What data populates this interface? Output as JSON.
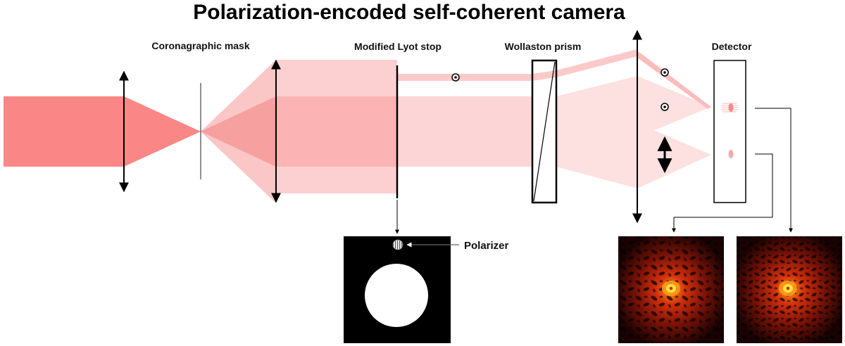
{
  "title": "Polarization-encoded self-coherent camera",
  "labels": {
    "coronagraphic_mask": "Coronagraphic mask",
    "modified_lyot_stop": "Modified Lyot stop",
    "wollaston_prism": "Wollaston prism",
    "detector": "Detector",
    "polarizer": "Polarizer"
  },
  "icons": {
    "out_of_plane_polarization": "circled-dot-icon",
    "in_plane_polarization": "double-arrow-icon",
    "lens": "double-arrow-lens-icon"
  },
  "colors": {
    "beam_main": "#fa8686",
    "beam_after_mask": "#fbb3b3",
    "beam_light": "#fdd9d9",
    "speckle_core": "#ffe040",
    "speckle_field": "#9a1a0a"
  }
}
